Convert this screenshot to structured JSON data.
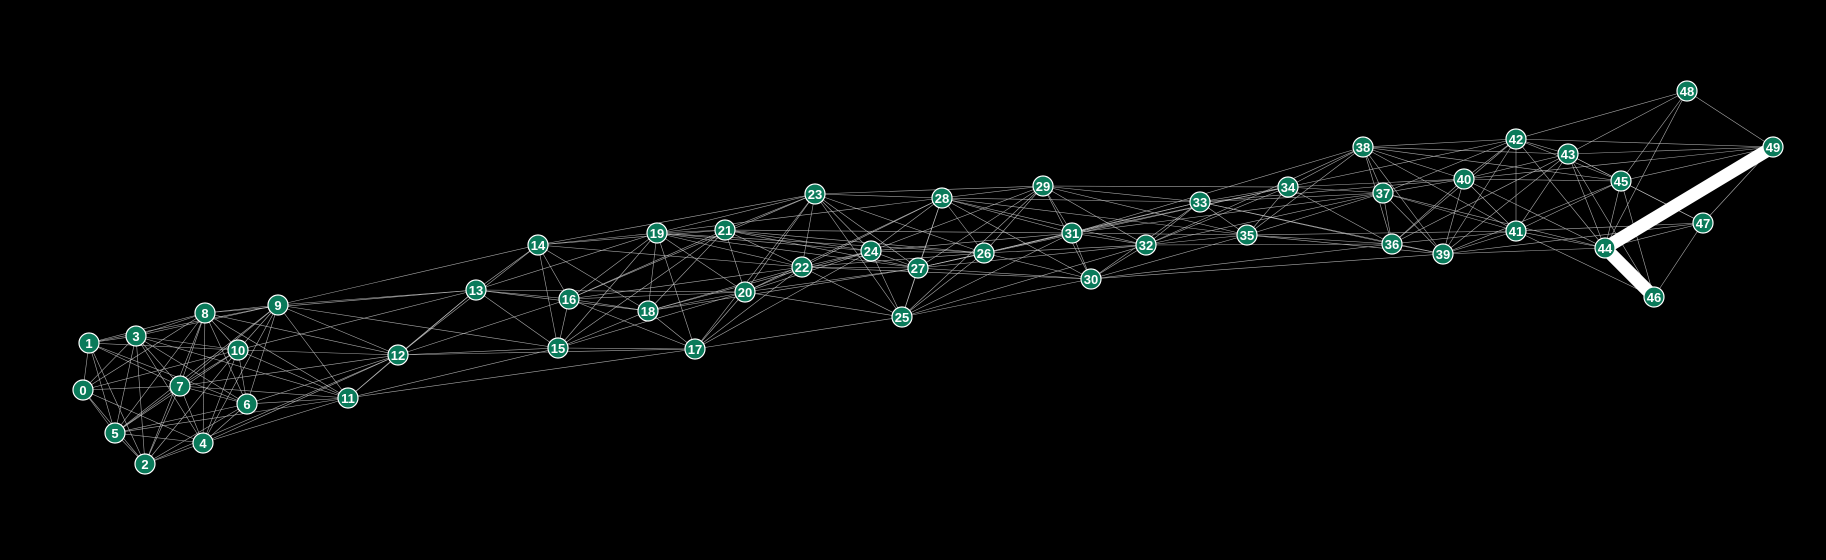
{
  "graph": {
    "node_color": "#0a7a5a",
    "node_stroke": "#ffffff",
    "edge_color": "#c8c8c8",
    "highlight_color": "#ffffff",
    "background": "#000000",
    "nodes": [
      {
        "id": "0"
      },
      {
        "id": "1"
      },
      {
        "id": "2"
      },
      {
        "id": "3"
      },
      {
        "id": "4"
      },
      {
        "id": "5"
      },
      {
        "id": "6"
      },
      {
        "id": "7"
      },
      {
        "id": "8"
      },
      {
        "id": "9"
      },
      {
        "id": "10"
      },
      {
        "id": "11"
      },
      {
        "id": "12"
      },
      {
        "id": "13"
      },
      {
        "id": "14"
      },
      {
        "id": "15"
      },
      {
        "id": "16"
      },
      {
        "id": "17"
      },
      {
        "id": "18"
      },
      {
        "id": "19"
      },
      {
        "id": "20"
      },
      {
        "id": "21"
      },
      {
        "id": "22"
      },
      {
        "id": "23"
      },
      {
        "id": "24"
      },
      {
        "id": "25"
      },
      {
        "id": "26"
      },
      {
        "id": "27"
      },
      {
        "id": "28"
      },
      {
        "id": "29"
      },
      {
        "id": "30"
      },
      {
        "id": "31"
      },
      {
        "id": "32"
      },
      {
        "id": "33"
      },
      {
        "id": "34"
      },
      {
        "id": "35"
      },
      {
        "id": "36"
      },
      {
        "id": "37"
      },
      {
        "id": "38"
      },
      {
        "id": "39"
      },
      {
        "id": "40"
      },
      {
        "id": "41"
      },
      {
        "id": "42"
      },
      {
        "id": "43"
      },
      {
        "id": "44"
      },
      {
        "id": "45"
      },
      {
        "id": "46"
      },
      {
        "id": "47"
      },
      {
        "id": "48"
      },
      {
        "id": "49"
      }
    ],
    "edges": [
      [
        "0",
        "1"
      ],
      [
        "0",
        "3"
      ],
      [
        "0",
        "5"
      ],
      [
        "0",
        "7"
      ],
      [
        "0",
        "2"
      ],
      [
        "0",
        "4"
      ],
      [
        "0",
        "10"
      ],
      [
        "0",
        "8"
      ],
      [
        "1",
        "3"
      ],
      [
        "1",
        "5"
      ],
      [
        "1",
        "7"
      ],
      [
        "1",
        "2"
      ],
      [
        "1",
        "6"
      ],
      [
        "1",
        "8"
      ],
      [
        "1",
        "10"
      ],
      [
        "1",
        "9"
      ],
      [
        "2",
        "3"
      ],
      [
        "2",
        "5"
      ],
      [
        "2",
        "4"
      ],
      [
        "2",
        "7"
      ],
      [
        "2",
        "6"
      ],
      [
        "2",
        "8"
      ],
      [
        "2",
        "10"
      ],
      [
        "2",
        "12"
      ],
      [
        "3",
        "5"
      ],
      [
        "3",
        "7"
      ],
      [
        "3",
        "4"
      ],
      [
        "3",
        "8"
      ],
      [
        "3",
        "6"
      ],
      [
        "3",
        "10"
      ],
      [
        "3",
        "9"
      ],
      [
        "3",
        "11"
      ],
      [
        "4",
        "5"
      ],
      [
        "4",
        "7"
      ],
      [
        "4",
        "6"
      ],
      [
        "4",
        "10"
      ],
      [
        "4",
        "8"
      ],
      [
        "4",
        "11"
      ],
      [
        "4",
        "12"
      ],
      [
        "4",
        "9"
      ],
      [
        "5",
        "7"
      ],
      [
        "5",
        "6"
      ],
      [
        "5",
        "8"
      ],
      [
        "5",
        "10"
      ],
      [
        "5",
        "11"
      ],
      [
        "5",
        "9"
      ],
      [
        "6",
        "7"
      ],
      [
        "6",
        "8"
      ],
      [
        "6",
        "10"
      ],
      [
        "6",
        "9"
      ],
      [
        "6",
        "11"
      ],
      [
        "6",
        "12"
      ],
      [
        "7",
        "8"
      ],
      [
        "7",
        "10"
      ],
      [
        "7",
        "9"
      ],
      [
        "7",
        "11"
      ],
      [
        "7",
        "12"
      ],
      [
        "8",
        "9"
      ],
      [
        "8",
        "10"
      ],
      [
        "8",
        "11"
      ],
      [
        "8",
        "12"
      ],
      [
        "8",
        "13"
      ],
      [
        "9",
        "10"
      ],
      [
        "9",
        "11"
      ],
      [
        "9",
        "12"
      ],
      [
        "9",
        "13"
      ],
      [
        "9",
        "14"
      ],
      [
        "9",
        "15"
      ],
      [
        "10",
        "11"
      ],
      [
        "10",
        "12"
      ],
      [
        "10",
        "13"
      ],
      [
        "11",
        "12"
      ],
      [
        "11",
        "13"
      ],
      [
        "11",
        "15"
      ],
      [
        "11",
        "17"
      ],
      [
        "12",
        "13"
      ],
      [
        "12",
        "15"
      ],
      [
        "12",
        "16"
      ],
      [
        "12",
        "17"
      ],
      [
        "12",
        "14"
      ],
      [
        "13",
        "14"
      ],
      [
        "13",
        "15"
      ],
      [
        "13",
        "16"
      ],
      [
        "13",
        "18"
      ],
      [
        "13",
        "19"
      ],
      [
        "13",
        "20"
      ],
      [
        "14",
        "15"
      ],
      [
        "14",
        "16"
      ],
      [
        "14",
        "18"
      ],
      [
        "14",
        "19"
      ],
      [
        "14",
        "21"
      ],
      [
        "14",
        "22"
      ],
      [
        "14",
        "23"
      ],
      [
        "15",
        "16"
      ],
      [
        "15",
        "17"
      ],
      [
        "15",
        "18"
      ],
      [
        "15",
        "19"
      ],
      [
        "15",
        "20"
      ],
      [
        "15",
        "21"
      ],
      [
        "16",
        "17"
      ],
      [
        "16",
        "18"
      ],
      [
        "16",
        "19"
      ],
      [
        "16",
        "20"
      ],
      [
        "16",
        "21"
      ],
      [
        "16",
        "22"
      ],
      [
        "16",
        "23"
      ],
      [
        "17",
        "18"
      ],
      [
        "17",
        "19"
      ],
      [
        "17",
        "20"
      ],
      [
        "17",
        "22"
      ],
      [
        "17",
        "24"
      ],
      [
        "17",
        "25"
      ],
      [
        "17",
        "23"
      ],
      [
        "18",
        "19"
      ],
      [
        "18",
        "20"
      ],
      [
        "18",
        "21"
      ],
      [
        "18",
        "22"
      ],
      [
        "18",
        "24"
      ],
      [
        "18",
        "27"
      ],
      [
        "19",
        "20"
      ],
      [
        "19",
        "21"
      ],
      [
        "19",
        "22"
      ],
      [
        "19",
        "23"
      ],
      [
        "19",
        "24"
      ],
      [
        "19",
        "26"
      ],
      [
        "19",
        "27"
      ],
      [
        "19",
        "28"
      ],
      [
        "20",
        "21"
      ],
      [
        "20",
        "22"
      ],
      [
        "20",
        "23"
      ],
      [
        "20",
        "24"
      ],
      [
        "20",
        "25"
      ],
      [
        "20",
        "27"
      ],
      [
        "20",
        "28"
      ],
      [
        "21",
        "22"
      ],
      [
        "21",
        "23"
      ],
      [
        "21",
        "24"
      ],
      [
        "21",
        "26"
      ],
      [
        "21",
        "27"
      ],
      [
        "21",
        "31"
      ],
      [
        "22",
        "23"
      ],
      [
        "22",
        "24"
      ],
      [
        "22",
        "25"
      ],
      [
        "22",
        "26"
      ],
      [
        "22",
        "27"
      ],
      [
        "22",
        "28"
      ],
      [
        "22",
        "30"
      ],
      [
        "23",
        "24"
      ],
      [
        "23",
        "25"
      ],
      [
        "23",
        "26"
      ],
      [
        "23",
        "27"
      ],
      [
        "23",
        "28"
      ],
      [
        "23",
        "29"
      ],
      [
        "24",
        "25"
      ],
      [
        "24",
        "26"
      ],
      [
        "24",
        "27"
      ],
      [
        "24",
        "28"
      ],
      [
        "24",
        "29"
      ],
      [
        "24",
        "31"
      ],
      [
        "25",
        "26"
      ],
      [
        "25",
        "27"
      ],
      [
        "25",
        "28"
      ],
      [
        "25",
        "29"
      ],
      [
        "25",
        "30"
      ],
      [
        "25",
        "31"
      ],
      [
        "25",
        "32"
      ],
      [
        "26",
        "27"
      ],
      [
        "26",
        "28"
      ],
      [
        "26",
        "29"
      ],
      [
        "26",
        "30"
      ],
      [
        "26",
        "31"
      ],
      [
        "26",
        "32"
      ],
      [
        "26",
        "33"
      ],
      [
        "27",
        "28"
      ],
      [
        "27",
        "29"
      ],
      [
        "27",
        "30"
      ],
      [
        "27",
        "31"
      ],
      [
        "27",
        "32"
      ],
      [
        "27",
        "34"
      ],
      [
        "28",
        "29"
      ],
      [
        "28",
        "30"
      ],
      [
        "28",
        "31"
      ],
      [
        "28",
        "32"
      ],
      [
        "28",
        "33"
      ],
      [
        "28",
        "35"
      ],
      [
        "29",
        "30"
      ],
      [
        "29",
        "31"
      ],
      [
        "29",
        "32"
      ],
      [
        "29",
        "33"
      ],
      [
        "29",
        "34"
      ],
      [
        "29",
        "35"
      ],
      [
        "30",
        "31"
      ],
      [
        "30",
        "32"
      ],
      [
        "30",
        "33"
      ],
      [
        "30",
        "35"
      ],
      [
        "30",
        "36"
      ],
      [
        "30",
        "39"
      ],
      [
        "31",
        "32"
      ],
      [
        "31",
        "33"
      ],
      [
        "31",
        "34"
      ],
      [
        "31",
        "35"
      ],
      [
        "31",
        "37"
      ],
      [
        "31",
        "38"
      ],
      [
        "32",
        "33"
      ],
      [
        "32",
        "34"
      ],
      [
        "32",
        "35"
      ],
      [
        "32",
        "36"
      ],
      [
        "32",
        "37"
      ],
      [
        "32",
        "38"
      ],
      [
        "33",
        "34"
      ],
      [
        "33",
        "35"
      ],
      [
        "33",
        "36"
      ],
      [
        "33",
        "37"
      ],
      [
        "33",
        "39"
      ],
      [
        "33",
        "40"
      ],
      [
        "34",
        "35"
      ],
      [
        "34",
        "36"
      ],
      [
        "34",
        "37"
      ],
      [
        "34",
        "38"
      ],
      [
        "34",
        "40"
      ],
      [
        "34",
        "42"
      ],
      [
        "35",
        "36"
      ],
      [
        "35",
        "37"
      ],
      [
        "35",
        "38"
      ],
      [
        "35",
        "39"
      ],
      [
        "35",
        "41"
      ],
      [
        "36",
        "37"
      ],
      [
        "36",
        "38"
      ],
      [
        "36",
        "39"
      ],
      [
        "36",
        "40"
      ],
      [
        "36",
        "41"
      ],
      [
        "36",
        "42"
      ],
      [
        "36",
        "43"
      ],
      [
        "37",
        "38"
      ],
      [
        "37",
        "39"
      ],
      [
        "37",
        "40"
      ],
      [
        "37",
        "41"
      ],
      [
        "37",
        "42"
      ],
      [
        "37",
        "44"
      ],
      [
        "38",
        "39"
      ],
      [
        "38",
        "40"
      ],
      [
        "38",
        "41"
      ],
      [
        "38",
        "42"
      ],
      [
        "38",
        "43"
      ],
      [
        "38",
        "45"
      ],
      [
        "39",
        "40"
      ],
      [
        "39",
        "41"
      ],
      [
        "39",
        "42"
      ],
      [
        "39",
        "43"
      ],
      [
        "39",
        "44"
      ],
      [
        "39",
        "45"
      ],
      [
        "39",
        "47"
      ],
      [
        "40",
        "41"
      ],
      [
        "40",
        "42"
      ],
      [
        "40",
        "43"
      ],
      [
        "40",
        "44"
      ],
      [
        "40",
        "45"
      ],
      [
        "40",
        "49"
      ],
      [
        "41",
        "42"
      ],
      [
        "41",
        "43"
      ],
      [
        "41",
        "44"
      ],
      [
        "41",
        "45"
      ],
      [
        "41",
        "46"
      ],
      [
        "41",
        "47"
      ],
      [
        "42",
        "43"
      ],
      [
        "42",
        "44"
      ],
      [
        "42",
        "45"
      ],
      [
        "42",
        "48"
      ],
      [
        "42",
        "49"
      ],
      [
        "43",
        "44"
      ],
      [
        "43",
        "45"
      ],
      [
        "43",
        "46"
      ],
      [
        "43",
        "47"
      ],
      [
        "43",
        "48"
      ],
      [
        "43",
        "49"
      ],
      [
        "44",
        "45"
      ],
      [
        "44",
        "46"
      ],
      [
        "44",
        "47"
      ],
      [
        "44",
        "49"
      ],
      [
        "45",
        "46"
      ],
      [
        "45",
        "47"
      ],
      [
        "45",
        "48"
      ],
      [
        "45",
        "49"
      ],
      [
        "46",
        "47"
      ],
      [
        "47",
        "49"
      ],
      [
        "48",
        "49"
      ],
      [
        "48",
        "44"
      ]
    ],
    "highlight_edges": [
      [
        "44",
        "49"
      ],
      [
        "44",
        "46"
      ]
    ]
  }
}
